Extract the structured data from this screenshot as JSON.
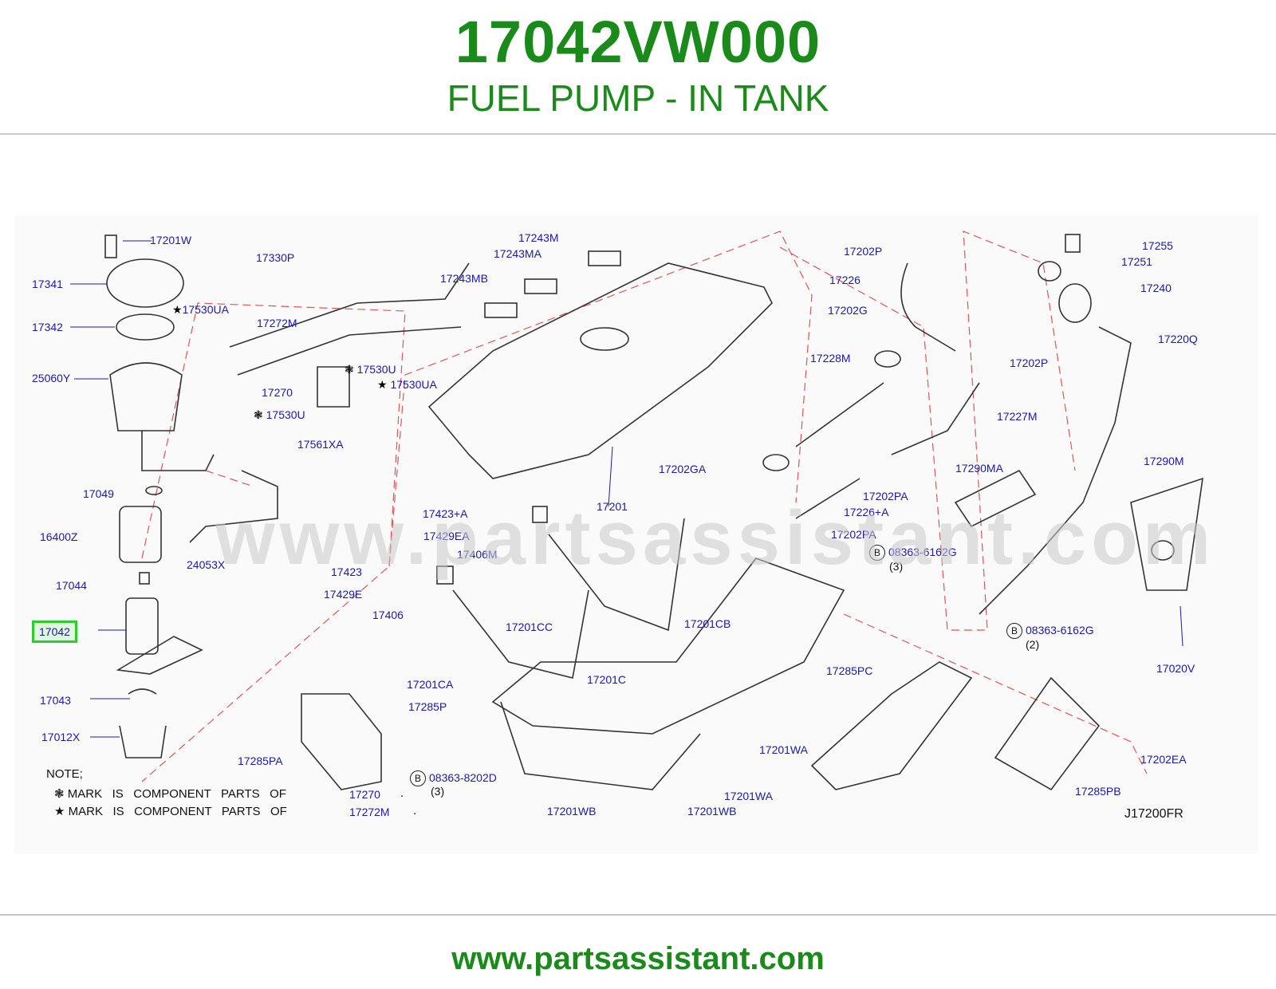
{
  "header": {
    "title": "17042VW000",
    "subtitle": "FUEL PUMP - IN TANK"
  },
  "labels": {
    "p17201W": "17201W",
    "p17341": "17341",
    "p17342": "17342",
    "p25060Y": "25060Y",
    "p17049": "17049",
    "p16400Z": "16400Z",
    "p17044": "17044",
    "p17042": "17042",
    "p17043": "17043",
    "p17012X": "17012X",
    "p17330P": "17330P",
    "p17530UA_a": "17530UA",
    "p17272M": "17272M",
    "p17530U_a": "17530U",
    "p17270": "17270",
    "p17530U_b": "17530U",
    "p17530UA_b": "17530UA",
    "p17561XA": "17561XA",
    "p24053X": "24053X",
    "p17243M": "17243M",
    "p17243MA": "17243MA",
    "p17243MB": "17243MB",
    "p17201": "17201",
    "p17423A": "17423+A",
    "p17429EA": "17429EA",
    "p17406M": "17406M",
    "p17423": "17423",
    "p17429E": "17429E",
    "p17406": "17406",
    "p17201CC": "17201CC",
    "p17201CB": "17201CB",
    "p17201CA": "17201CA",
    "p17201C": "17201C",
    "p17285P": "17285P",
    "p17285PA": "17285PA",
    "p08363_8202D": "08363-8202D",
    "q3_a": "(3)",
    "p17270_b": "17270",
    "p17272M_b": "17272M",
    "p17202P_a": "17202P",
    "p17226": "17226",
    "p17202G": "17202G",
    "p17228M": "17228M",
    "p17202P_b": "17202P",
    "p17227M": "17227M",
    "p17202GA": "17202GA",
    "p17202PA_a": "17202PA",
    "p17226A": "17226+A",
    "p17202PA_b": "17202PA",
    "p08363_6162G_a": "08363-6162G",
    "q3_b": "(3)",
    "p17290MA": "17290MA",
    "p17255": "17255",
    "p17251": "17251",
    "p17240": "17240",
    "p17220Q": "17220Q",
    "p17290M": "17290M",
    "p08363_6162G_b": "08363-6162G",
    "q2": "(2)",
    "p17020V": "17020V",
    "p17285PC": "17285PC",
    "p17201WA_a": "17201WA",
    "p17201WA_b": "17201WA",
    "p17201WB_a": "17201WB",
    "p17201WB_b": "17201WB",
    "p17202EA": "17202EA",
    "p17285PB": "17285PB",
    "b_mark": "B"
  },
  "notes": {
    "heading": "NOTE;",
    "line1_symbol": "❃",
    "line1": "MARK   IS   COMPONENT   PARTS   OF",
    "line2_symbol": "★",
    "line2": "MARK   IS   COMPONENT   PARTS   OF",
    "dot": "."
  },
  "diagram_ref": "J17200FR",
  "watermark": "www.partsassistant.com",
  "footer": "www.partsassistant.com",
  "highlighted_part": "17042",
  "colors": {
    "brand_green": "#1a8a1a",
    "label_blue": "#1a1aa8",
    "dash_red": "#e05555",
    "highlight": "#2ecc2e"
  }
}
